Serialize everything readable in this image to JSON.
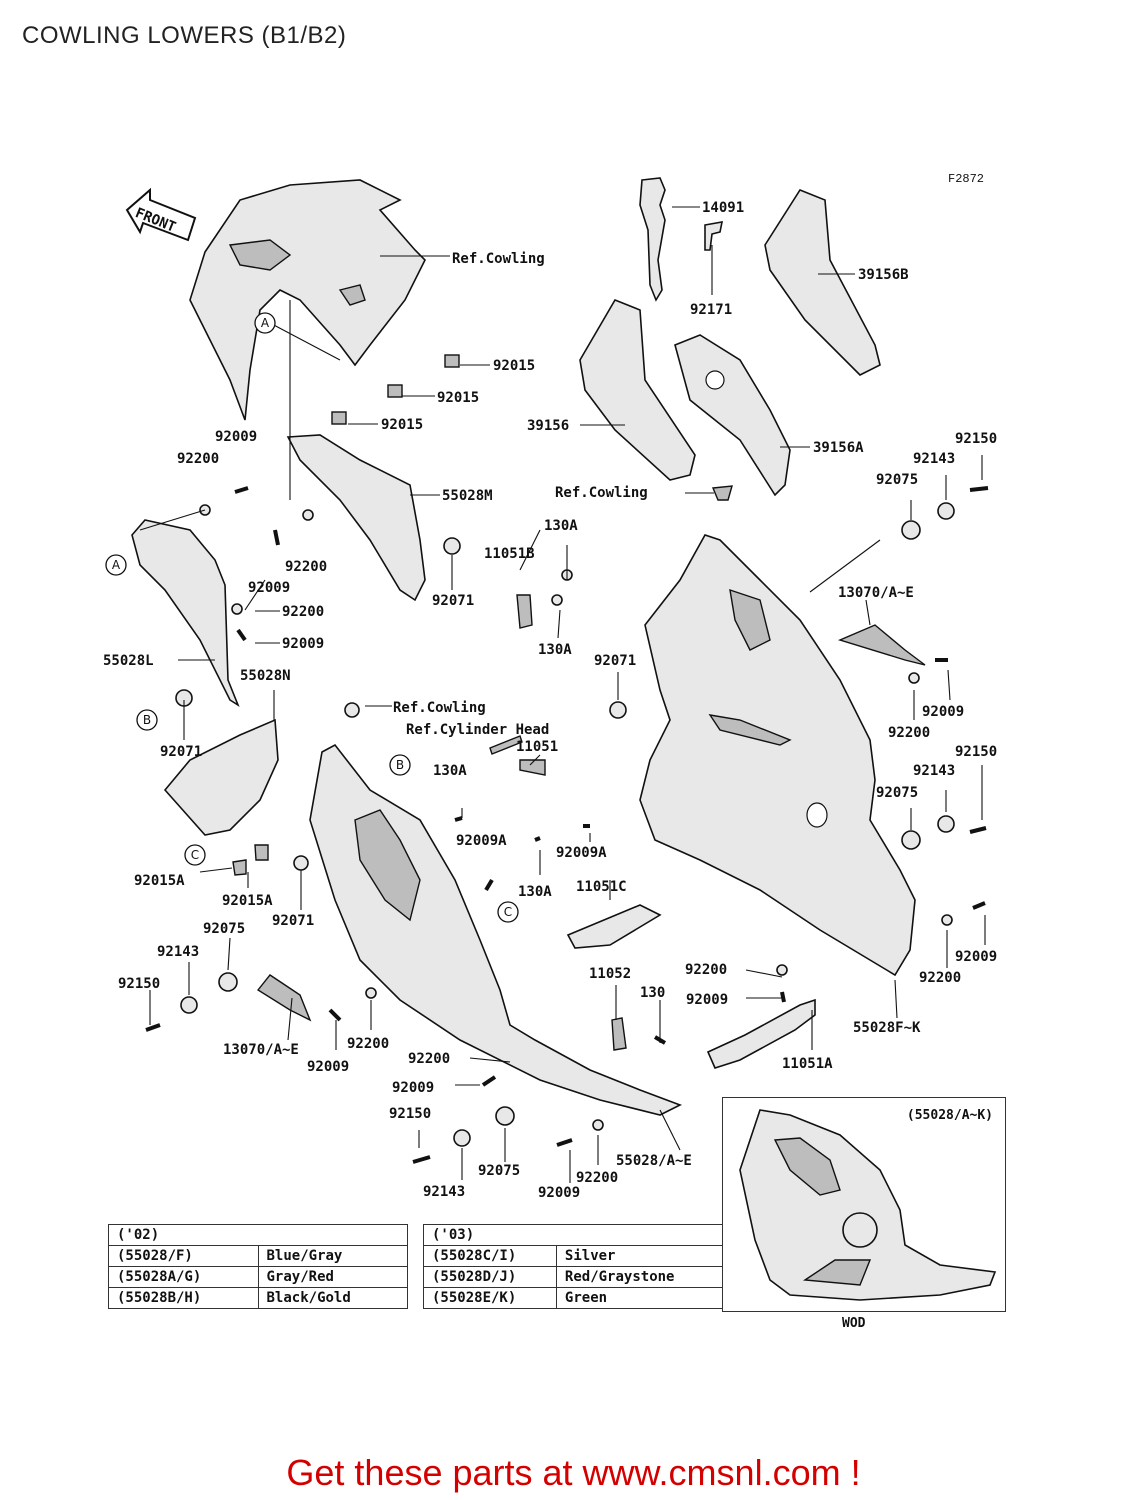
{
  "title": "COWLING LOWERS (B1/B2)",
  "figure_code": "F2872",
  "front_arrow_label": "FRONT",
  "callout_letters": [
    "A",
    "B",
    "C"
  ],
  "labels": {
    "ref_cowling": "Ref.Cowling",
    "ref_cylinder_head": "Ref.Cylinder Head",
    "p14091": "14091",
    "p92171": "92171",
    "p39156B": "39156B",
    "p39156": "39156",
    "p39156A": "39156A",
    "p92015": "92015",
    "p92009": "92009",
    "p92200": "92200",
    "p55028M": "55028M",
    "p92071": "92071",
    "p55028L": "55028L",
    "p55028N": "55028N",
    "p92150": "92150",
    "p92143": "92143",
    "p92075": "92075",
    "p13070": "13070/A~E",
    "p130A": "130A",
    "p11051B": "11051B",
    "p11051": "11051",
    "p92009A": "92009A",
    "p92015A": "92015A",
    "p11051C": "11051C",
    "p11052": "11052",
    "p130": "130",
    "p11051A": "11051A",
    "p55028FK": "55028F~K",
    "p55028AE": "55028/A~E"
  },
  "table_02": {
    "header": "('02)",
    "rows": [
      {
        "code": "(55028/F)",
        "color": "Blue/Gray"
      },
      {
        "code": "(55028A/G)",
        "color": "Gray/Red"
      },
      {
        "code": "(55028B/H)",
        "color": "Black/Gold"
      }
    ]
  },
  "table_03": {
    "header": "('03)",
    "rows": [
      {
        "code": "(55028C/I)",
        "color": "Silver"
      },
      {
        "code": "(55028D/J)",
        "color": "Red/Graystone"
      },
      {
        "code": "(55028E/K)",
        "color": "Green"
      }
    ]
  },
  "variant": {
    "title": "(55028/A~K)",
    "note": "WOD"
  },
  "promo_text": "Get these parts at www.cmsnl.com !",
  "colors": {
    "promo": "#d40000"
  }
}
